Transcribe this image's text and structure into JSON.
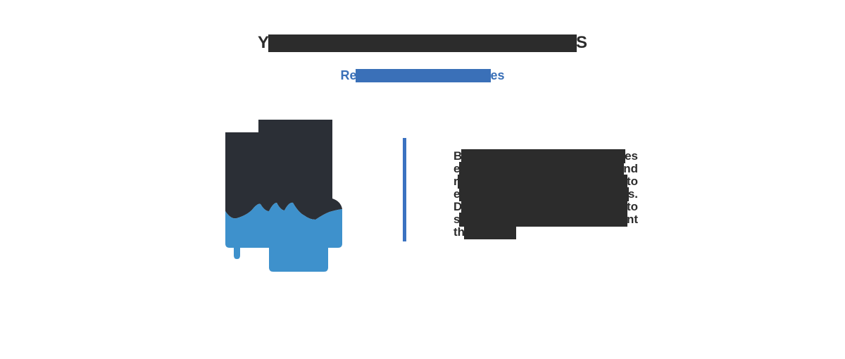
{
  "header": {
    "title": {
      "redacted": true,
      "visible_start": "Y",
      "visible_end": "S"
    },
    "subtitle": {
      "redacted": true,
      "visible_start": "Re",
      "visible_end": "es"
    }
  },
  "illustration": {
    "name": "hands-holding-box-illustration"
  },
  "paragraph": {
    "redacted": true,
    "lines": [
      {
        "start": "B",
        "end": "es"
      },
      {
        "start": "e",
        "end": "nd"
      },
      {
        "start": "r",
        "end": "to"
      },
      {
        "start": "e",
        "end": "s."
      },
      {
        "start": "D",
        "end": "to"
      },
      {
        "start": "s",
        "end": "nt"
      },
      {
        "start": "th",
        "end": ""
      }
    ]
  },
  "colors": {
    "background": "#ffffff",
    "heading_text": "#2c2c2c",
    "body_text": "#2c2c2c",
    "subtitle_blue": "#3a70b8",
    "divider_blue": "#3b72c1",
    "icon_dark": "#2b2f36",
    "icon_blue": "#3e91cc"
  }
}
